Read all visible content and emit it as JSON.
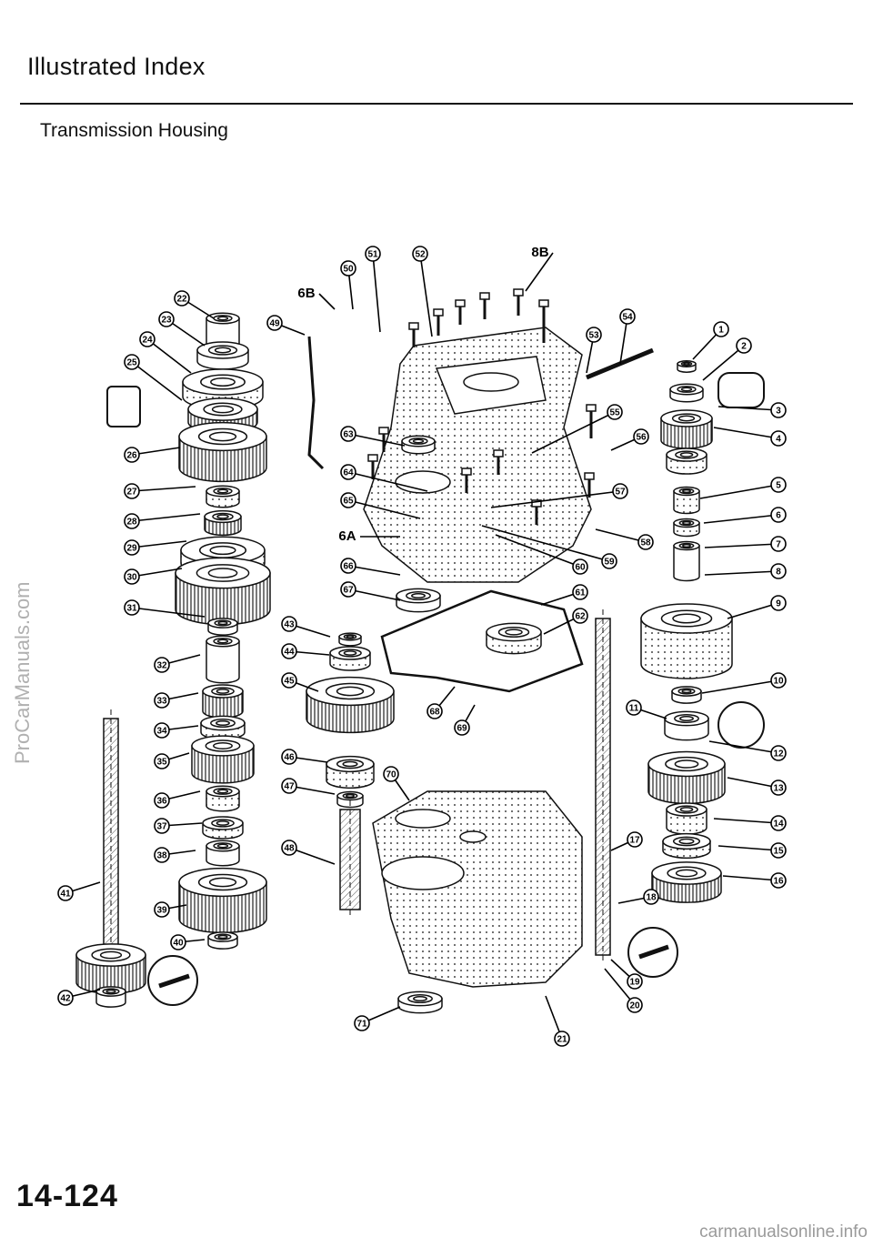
{
  "header": {
    "title": "Illustrated Index",
    "subtitle": "Transmission Housing"
  },
  "footer": {
    "page_number": "14-124"
  },
  "watermarks": {
    "side": "ProCarManuals.com",
    "bottom": "carmanualsonline.info"
  },
  "callouts": [
    "1",
    "2",
    "3",
    "4",
    "5",
    "6",
    "7",
    "8",
    "9",
    "10",
    "11",
    "12",
    "13",
    "14",
    "15",
    "16",
    "17",
    "18",
    "19",
    "20",
    "21",
    "22",
    "23",
    "24",
    "25",
    "26",
    "27",
    "28",
    "29",
    "30",
    "31",
    "32",
    "33",
    "34",
    "35",
    "36",
    "37",
    "38",
    "39",
    "40",
    "41",
    "42",
    "43",
    "44",
    "45",
    "46",
    "47",
    "48",
    "49",
    "50",
    "51",
    "52",
    "53",
    "54",
    "55",
    "56",
    "57",
    "58",
    "59",
    "60",
    "61",
    "62",
    "63",
    "64",
    "65",
    "66",
    "67",
    "68",
    "69",
    "70",
    "71"
  ],
  "plain_labels": [
    "6B",
    "8B",
    "6A"
  ]
}
